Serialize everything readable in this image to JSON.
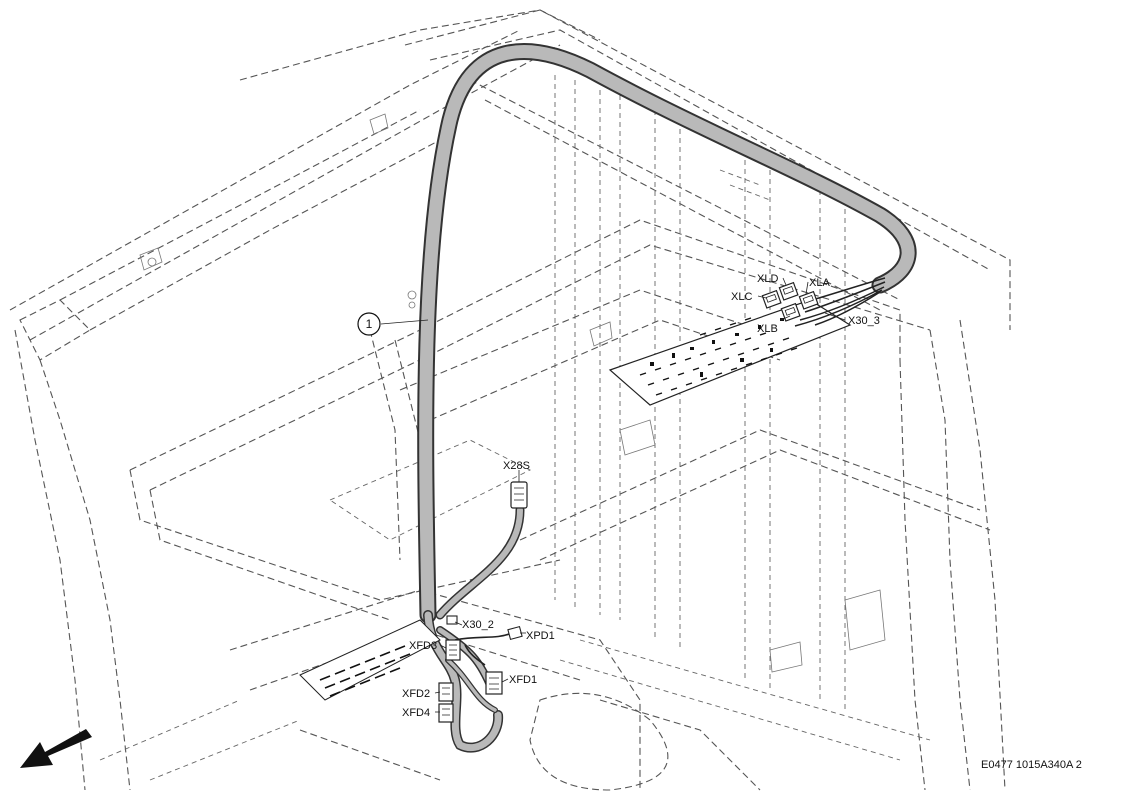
{
  "callout": {
    "number": "1"
  },
  "connectors": {
    "xld": "XLD",
    "xla": "XLA",
    "xlc": "XLC",
    "xlb": "XLB",
    "x30_3": "X30_3",
    "x28s": "X28S",
    "x30_2": "X30_2",
    "xpd1": "XPD1",
    "xfd3": "XFD3",
    "xfd1": "XFD1",
    "xfd2": "XFD2",
    "xfd4": "XFD4"
  },
  "drawing_code": "E0477 1015A340A 2",
  "direction_arrow": {
    "icon": "direction-arrow-icon"
  },
  "colors": {
    "harness_fill": "#b9b9b9",
    "harness_outline": "#333333",
    "frame_line": "#555555"
  }
}
